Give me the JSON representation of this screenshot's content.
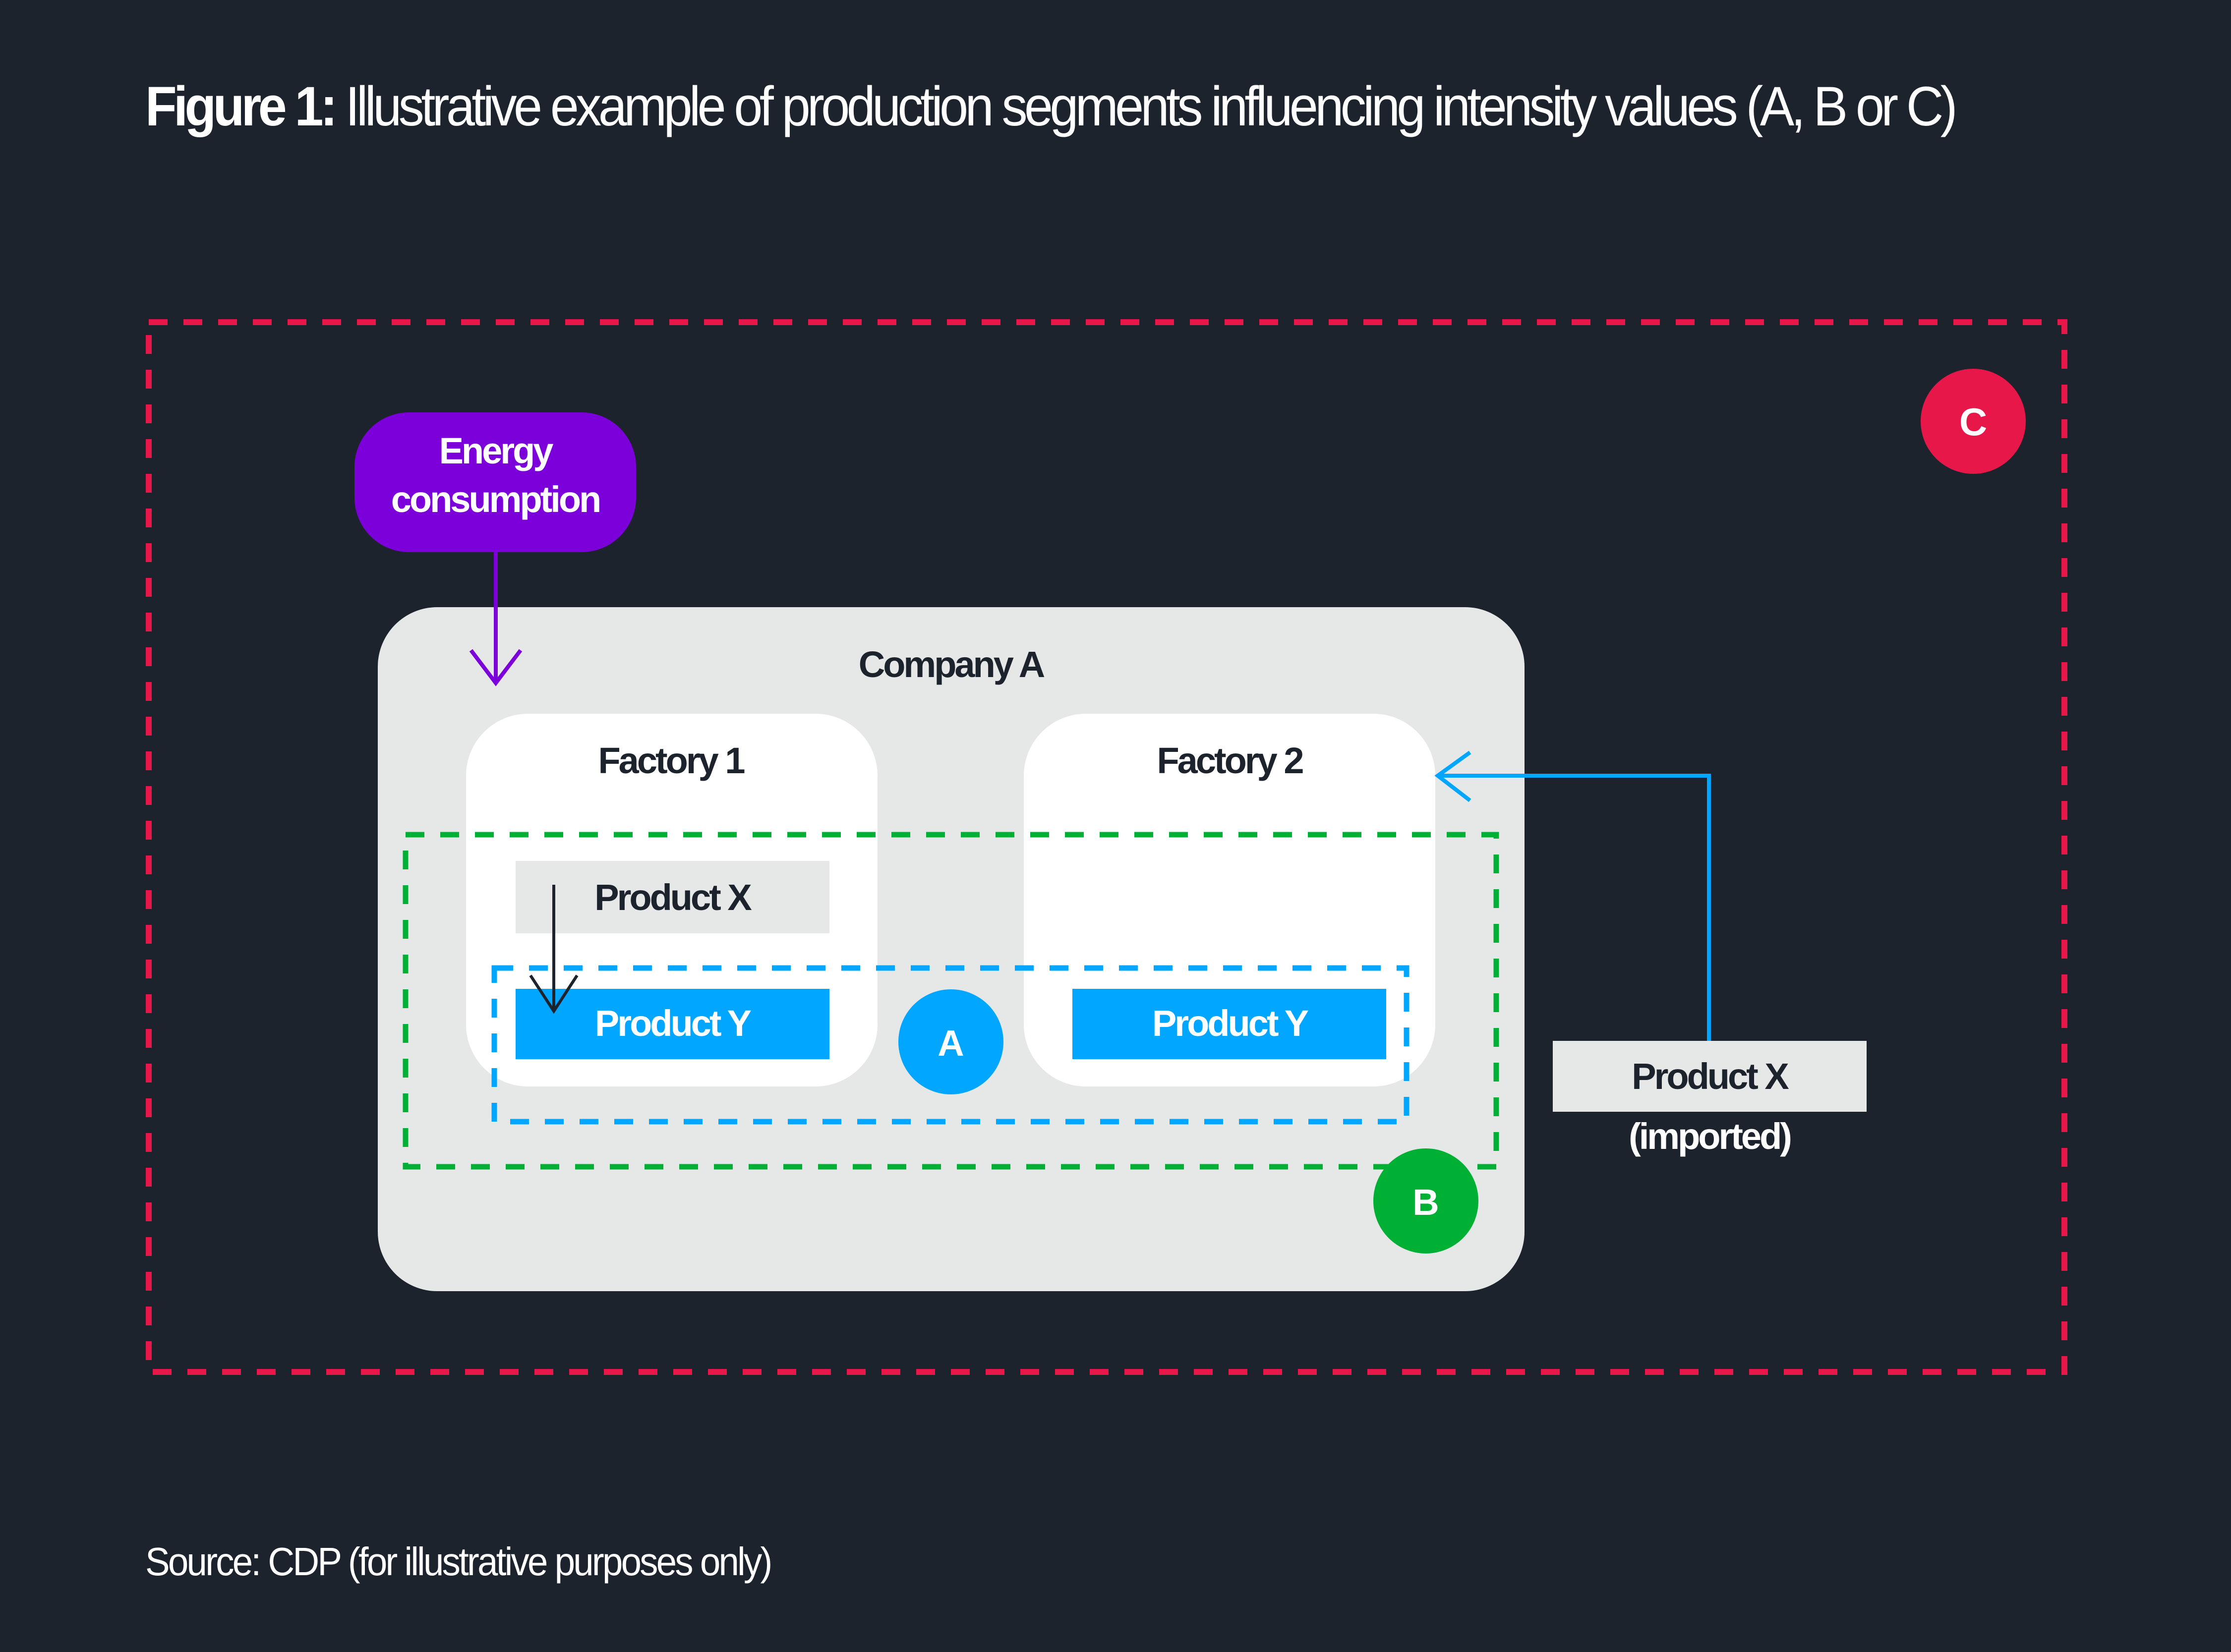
{
  "title": {
    "prefix": "Figure 1:",
    "text": "Illustrative example of production segments influencing intensity values (A, B or C)"
  },
  "source": "Source: CDP (for illustrative purposes only)",
  "colors": {
    "background": "#1d232d",
    "boundary_c": "#e8174a",
    "boundary_b": "#00b035",
    "boundary_a": "#00a6ff",
    "energy": "#7b00d9",
    "company_box": "#e6e8e8",
    "factory_box": "#ffffff",
    "product_x_box": "#e6e8e8",
    "product_y_box": "#00a6ff",
    "dark_text": "#1d232d"
  },
  "diagram": {
    "energy_node": {
      "line1": "Energy",
      "line2": "consumption"
    },
    "company": {
      "label": "Company A"
    },
    "factories": [
      {
        "label": "Factory 1",
        "products": [
          "Product X",
          "Product Y"
        ]
      },
      {
        "label": "Factory 2",
        "products": [
          "Product Y"
        ]
      }
    ],
    "imported": {
      "label": "Product X",
      "note": "(imported)"
    },
    "badges": {
      "a": "A",
      "b": "B",
      "c": "C"
    }
  }
}
